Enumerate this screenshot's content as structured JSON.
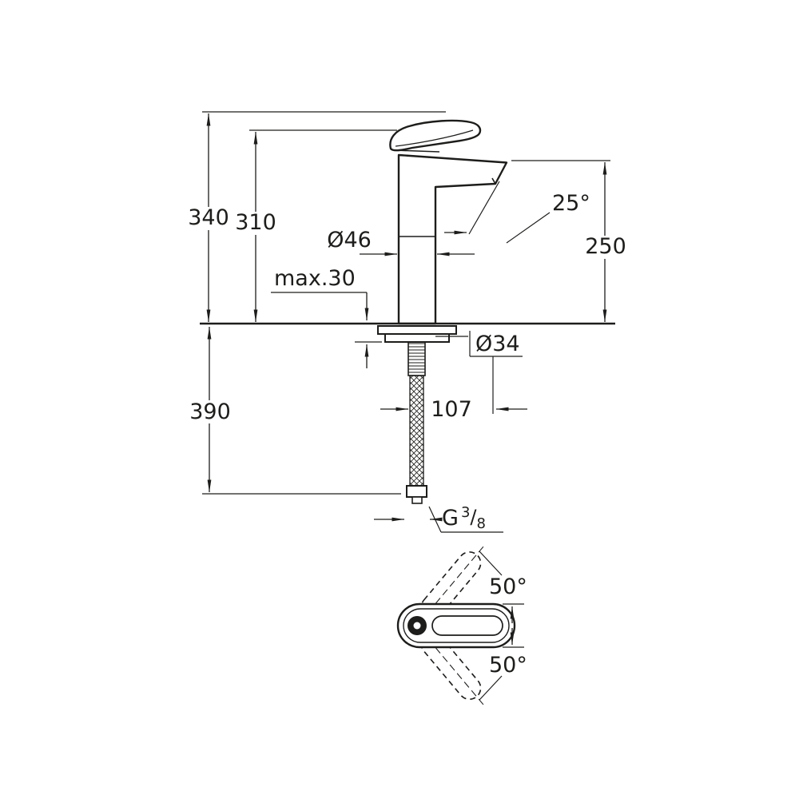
{
  "canvas": {
    "background": "#ffffff",
    "line_color": "#1d1d1b"
  },
  "dimensions": {
    "overall_height": "340",
    "body_height": "310",
    "body_diameter": "Ø46",
    "max_deck_thickness": "max.30",
    "stream_angle": "25°",
    "spout_height": "250",
    "hole_diameter": "Ø34",
    "spout_projection": "107",
    "hose_length": "390"
  },
  "thread": {
    "prefix": "G",
    "numerator": "3",
    "slash": "/",
    "denominator": "8"
  },
  "plan_view": {
    "swivel_upper": "50°",
    "swivel_lower": "50°"
  }
}
